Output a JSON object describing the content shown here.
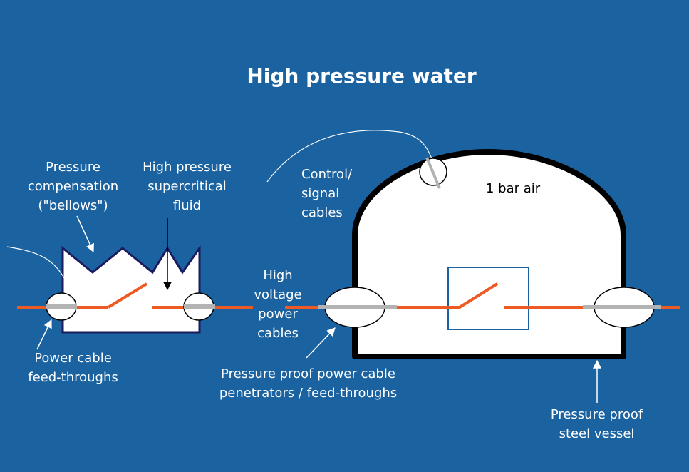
{
  "title": "High pressure water",
  "labels": {
    "pressure_compensation": [
      "Pressure",
      "compensation",
      "(\"bellows\")"
    ],
    "supercritical_fluid": [
      "High pressure",
      "supercritical",
      "fluid"
    ],
    "control_signal": [
      "Control/",
      "signal",
      "cables"
    ],
    "bar_air": "1 bar air",
    "hv_cables": [
      "High",
      "voltage",
      "power",
      "cables"
    ],
    "feedthroughs_left": [
      "Power cable",
      "feed-throughs"
    ],
    "penetrators": [
      "Pressure proof power cable",
      "penetrators / feed-throughs"
    ],
    "steel_vessel": [
      "Pressure proof",
      "steel vessel"
    ]
  },
  "colors": {
    "background": "#1b62a0",
    "cable": "#ee5a24",
    "penetrator_sleeve": "#b3b3b3",
    "vessel_outline": "#000000",
    "bellows_outline": "#1b1b5e",
    "switch_box": "#1b62a0"
  }
}
